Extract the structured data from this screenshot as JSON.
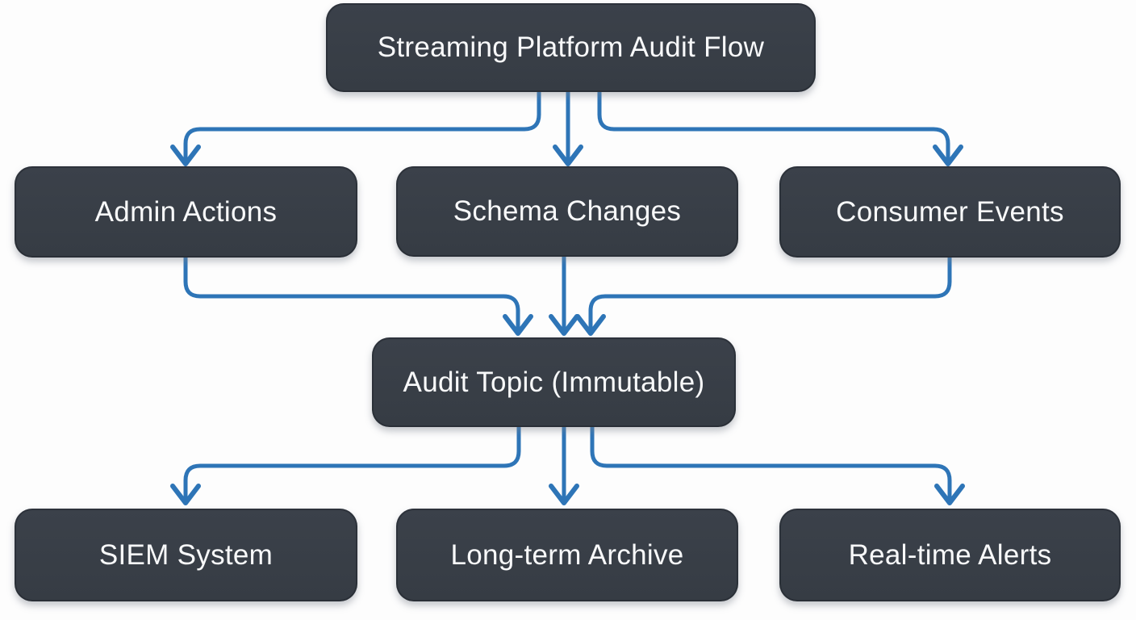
{
  "diagram": {
    "title": "Streaming Platform Audit Flow",
    "type": "flowchart",
    "nodes": [
      {
        "id": "streaming-platform-audit-flow",
        "label": "Streaming Platform Audit Flow",
        "row": 0
      },
      {
        "id": "admin-actions",
        "label": "Admin Actions",
        "row": 1
      },
      {
        "id": "schema-changes",
        "label": "Schema Changes",
        "row": 1
      },
      {
        "id": "consumer-events",
        "label": "Consumer Events",
        "row": 1
      },
      {
        "id": "audit-topic",
        "label": "Audit Topic (Immutable)",
        "row": 2
      },
      {
        "id": "siem-system",
        "label": "SIEM System",
        "row": 3
      },
      {
        "id": "long-term-archive",
        "label": "Long-term Archive",
        "row": 3
      },
      {
        "id": "real-time-alerts",
        "label": "Real-time Alerts",
        "row": 3
      }
    ],
    "edges": [
      {
        "from": "streaming-platform-audit-flow",
        "to": "admin-actions"
      },
      {
        "from": "streaming-platform-audit-flow",
        "to": "schema-changes"
      },
      {
        "from": "streaming-platform-audit-flow",
        "to": "consumer-events"
      },
      {
        "from": "admin-actions",
        "to": "audit-topic"
      },
      {
        "from": "schema-changes",
        "to": "audit-topic"
      },
      {
        "from": "consumer-events",
        "to": "audit-topic"
      },
      {
        "from": "audit-topic",
        "to": "siem-system"
      },
      {
        "from": "audit-topic",
        "to": "long-term-archive"
      },
      {
        "from": "audit-topic",
        "to": "real-time-alerts"
      }
    ]
  },
  "colors": {
    "background": "#fdfdfd",
    "node-fill": "#363c44",
    "node-fill-light": "#3b414a",
    "node-text": "#f8f9fa",
    "arrow": "#2e75b7"
  }
}
